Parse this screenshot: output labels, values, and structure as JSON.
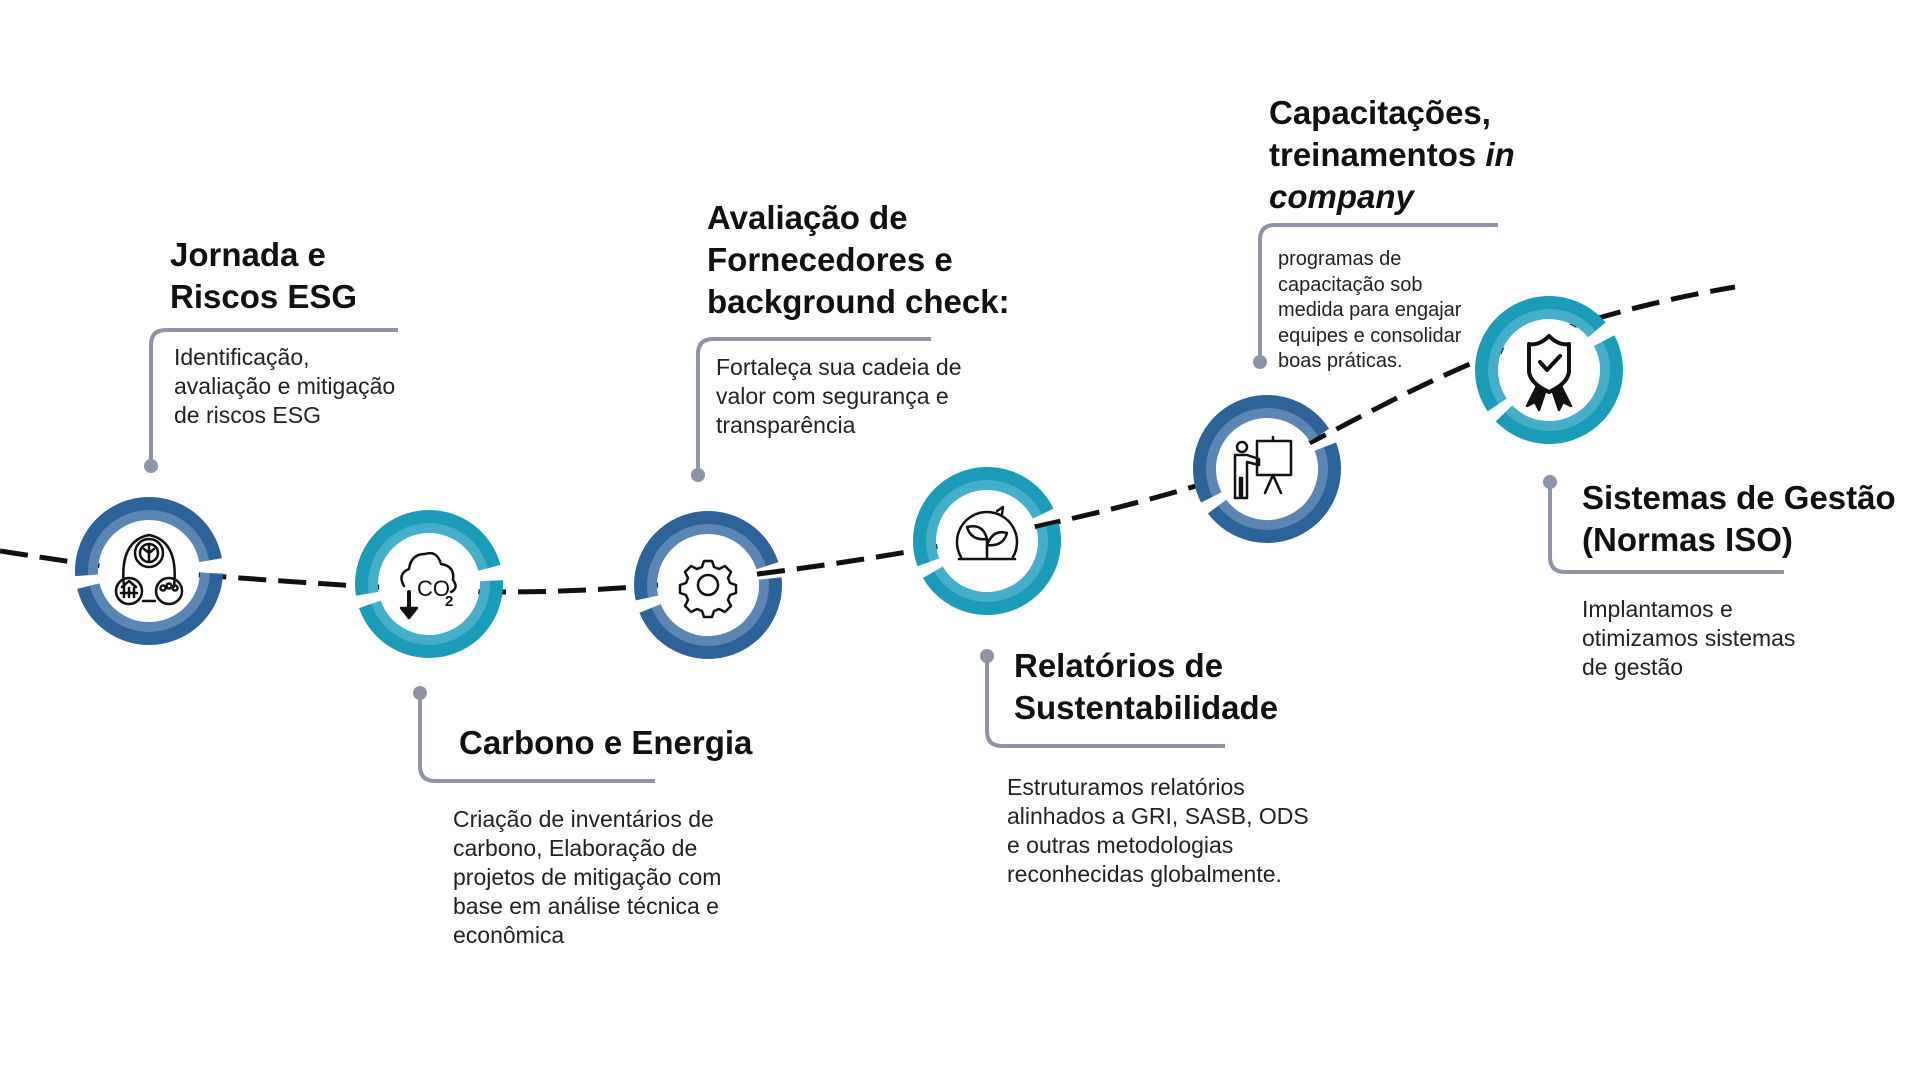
{
  "colors": {
    "blue_dark": "#2e6399",
    "blue_light": "#5b86b3",
    "teal_dark": "#1a9bb8",
    "teal_light": "#45aec8",
    "connector": "#8e93a8"
  },
  "steps": [
    {
      "title": [
        "Jornada e",
        "Riscos ESG"
      ],
      "desc": [
        "Identificação,",
        "avaliação e mitigação",
        "de riscos ESG"
      ],
      "icon": "esg-risk-icon",
      "color": "blue"
    },
    {
      "title": [
        "Carbono e Energia"
      ],
      "desc": [
        "Criação de inventários de",
        "carbono, Elaboração de",
        "projetos de mitigação com",
        "base em análise técnica e",
        "econômica"
      ],
      "icon": "co2-reduction-icon",
      "icon_text": "CO",
      "icon_sub": "2",
      "color": "teal"
    },
    {
      "title": [
        "Avaliação de",
        "Fornecedores e",
        "background check:"
      ],
      "desc": [
        "Fortaleça sua cadeia de",
        "valor com segurança e",
        "transparência"
      ],
      "icon": "gear-icon",
      "color": "blue"
    },
    {
      "title": [
        "Relatórios de",
        "Sustentabilidade"
      ],
      "desc": [
        "Estruturamos relatórios",
        "alinhados a GRI, SASB, ODS",
        "e outras metodologias",
        "reconhecidas globalmente."
      ],
      "icon": "plant-cycle-icon",
      "color": "teal"
    },
    {
      "title": [
        "Capacitações,",
        "treinamentos ",
        "in",
        "company"
      ],
      "desc": [
        "programas de",
        "capacitação sob",
        "medida para engajar",
        "equipes e consolidar",
        "boas práticas."
      ],
      "icon": "presenter-board-icon",
      "color": "blue"
    },
    {
      "title": [
        "Sistemas de Gestão",
        "(Normas ISO)"
      ],
      "desc": [
        "Implantamos e",
        "otimizamos sistemas",
        "de gestão"
      ],
      "icon": "shield-award-icon",
      "color": "teal"
    }
  ]
}
